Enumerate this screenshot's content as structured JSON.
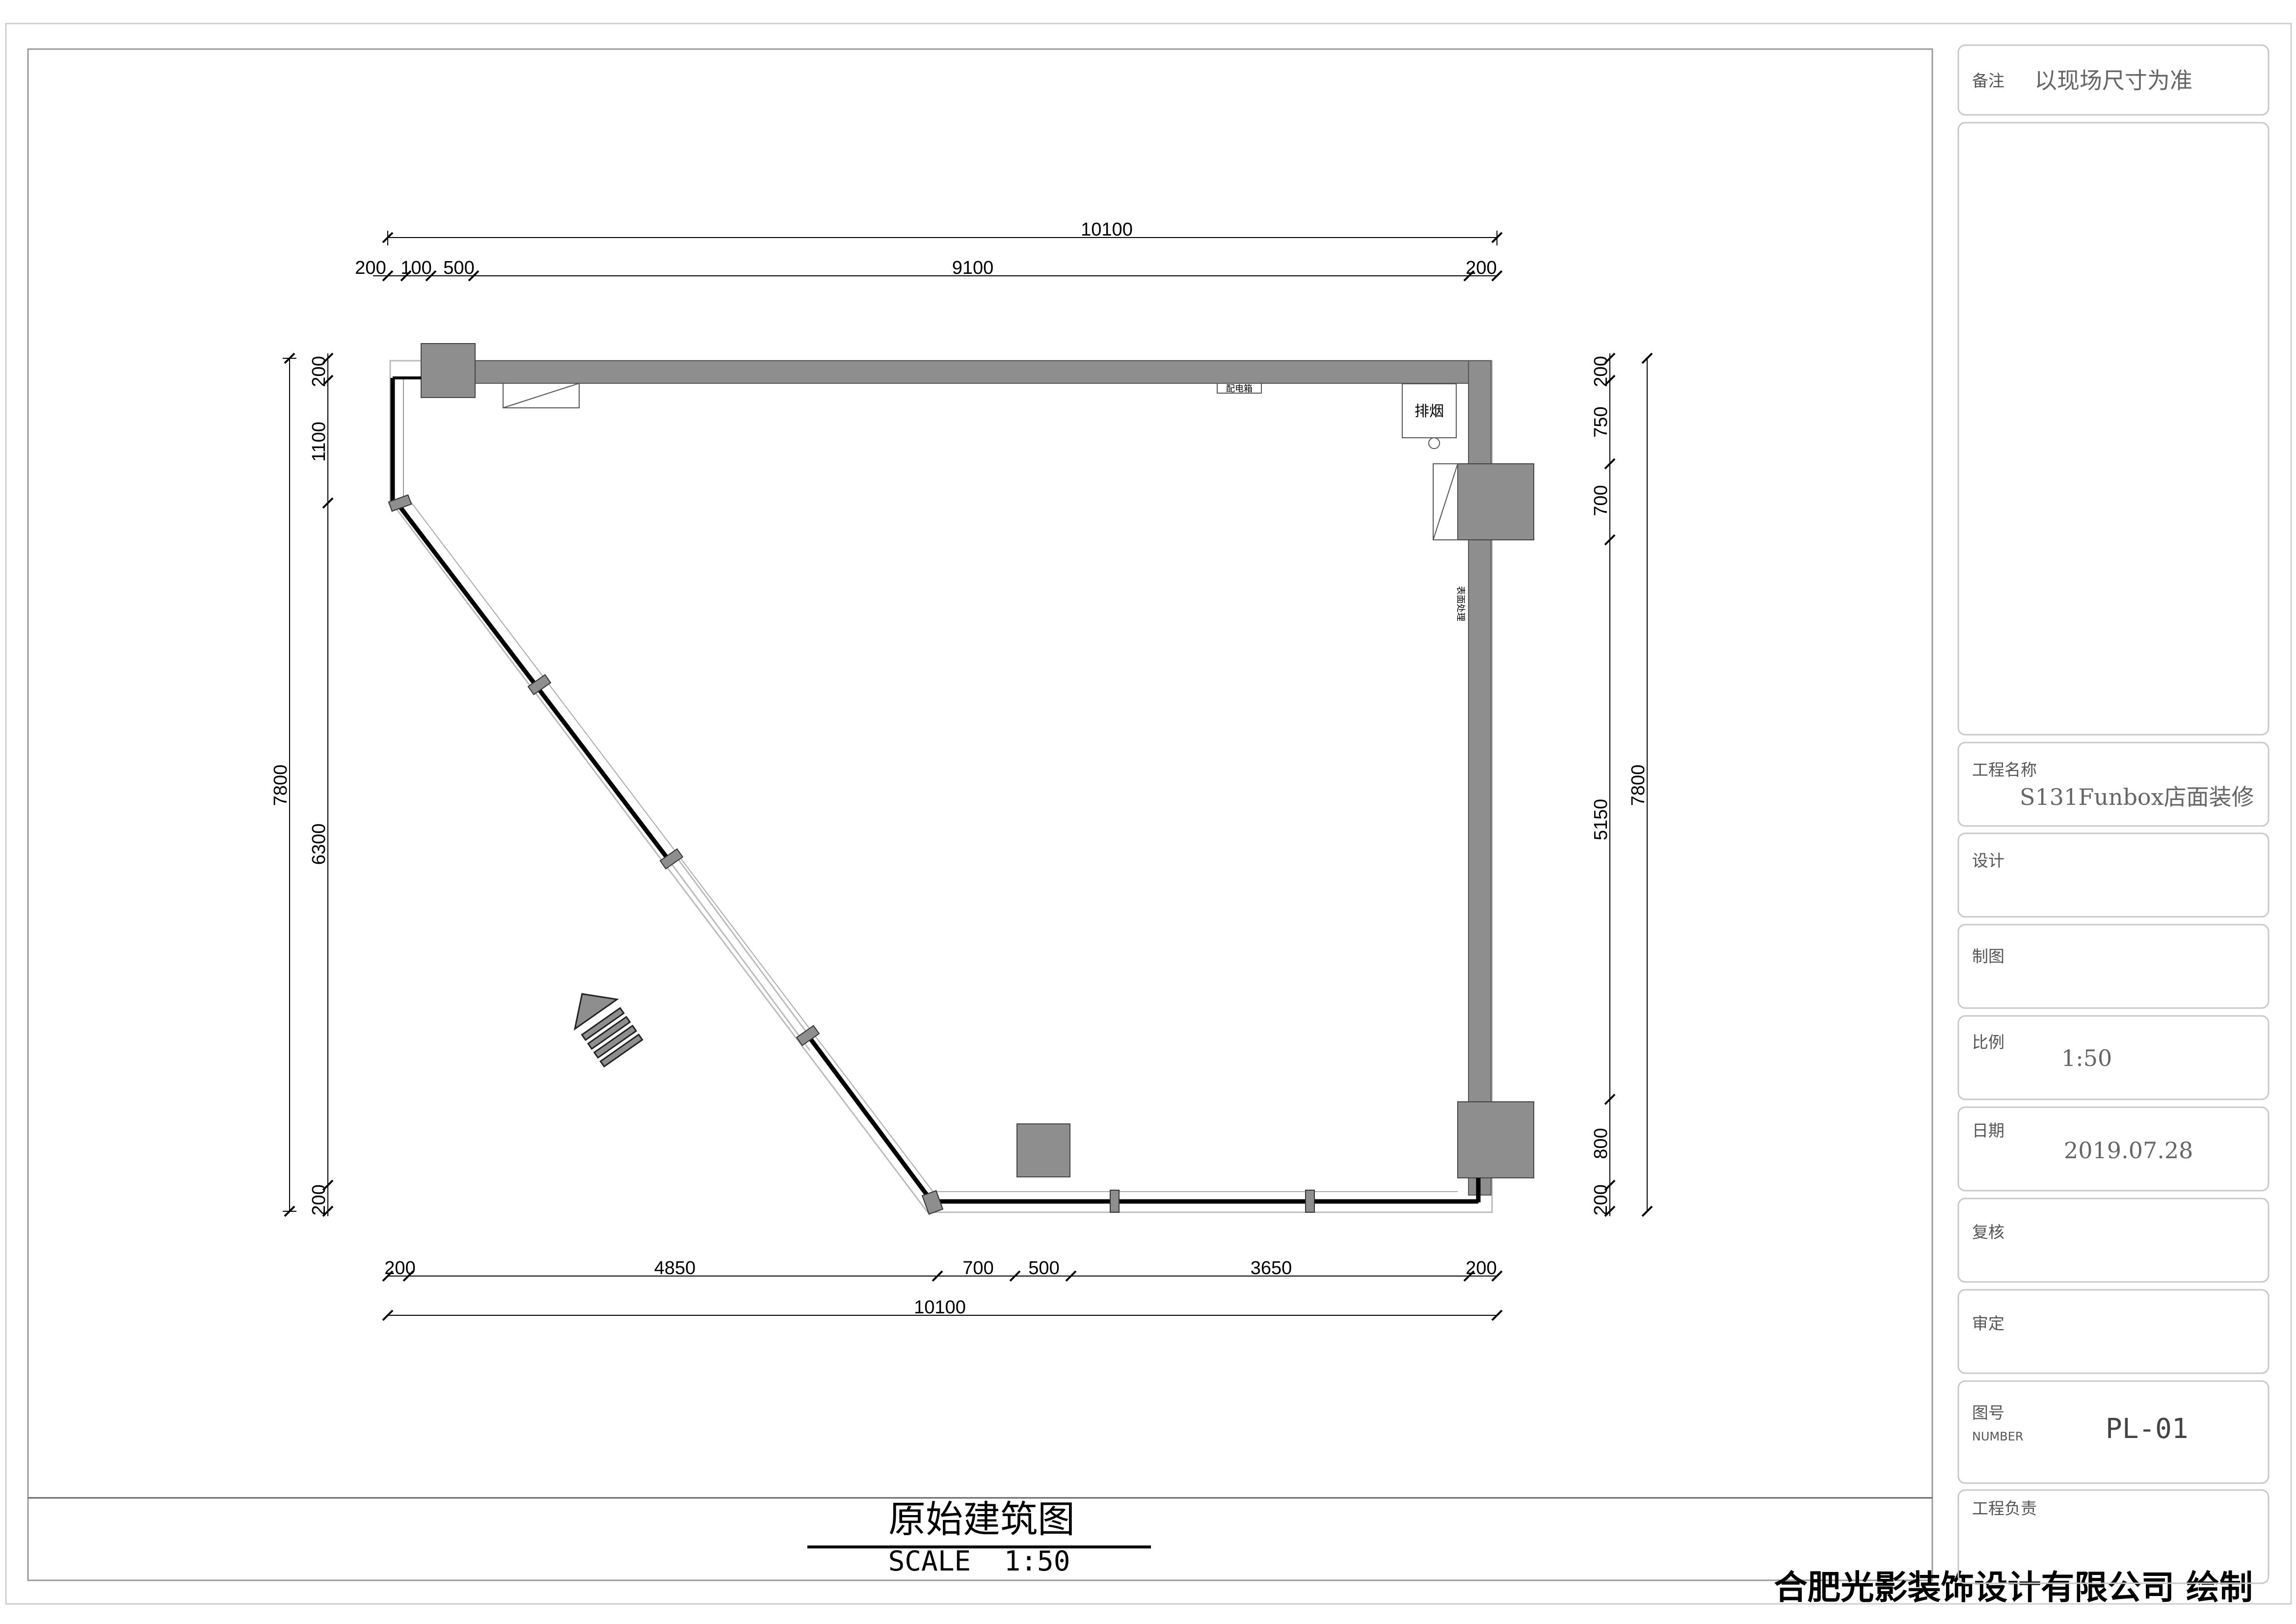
{
  "drawing": {
    "title": "原始建筑图",
    "scale": "SCALE  1:50",
    "company": "合肥光影装饰设计有限公司 绘制"
  },
  "dimensions": {
    "top_total": "10100",
    "top_segments": [
      "200",
      "100",
      "500",
      "9100",
      "200"
    ],
    "bottom_total": "10100",
    "bottom_segments": [
      "200",
      "4850",
      "700",
      "500",
      "3650",
      "200"
    ],
    "left_total": "7800",
    "left_segments": [
      "200",
      "1100",
      "6300",
      "200"
    ],
    "right_total": "7800",
    "right_segments": [
      "200",
      "750",
      "700",
      "5150",
      "800",
      "200"
    ]
  },
  "plan_labels": {
    "distribution_box": "配电箱",
    "exhaust": "排烟",
    "side_note": "表面处理"
  },
  "title_block": {
    "remarks_label": "备注",
    "remarks_value": "以现场尺寸为准",
    "project_label": "工程名称",
    "project_value": "S131Funbox店面装修",
    "design_label": "设计",
    "drafting_label": "制图",
    "scale_label": "比例",
    "scale_value": "1:50",
    "date_label": "日期",
    "date_value": "2019.07.28",
    "review_label": "复核",
    "approve_label": "审定",
    "number_label": "图号",
    "number_label_en": "NUMBER",
    "number_value": "PL-01",
    "manager_label": "工程负责"
  }
}
